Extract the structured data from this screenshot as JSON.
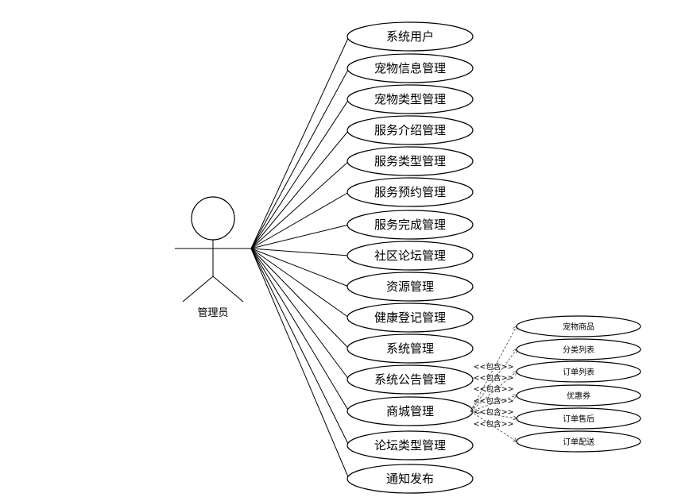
{
  "actor": {
    "label": "管理员"
  },
  "use_cases": [
    "系统用户",
    "宠物信息管理",
    "宠物类型管理",
    "服务介绍管理",
    "服务类型管理",
    "服务预约管理",
    "服务完成管理",
    "社区论坛管理",
    "资源管理",
    "健康登记管理",
    "系统管理",
    "系统公告管理",
    "商城管理",
    "论坛类型管理",
    "通知发布"
  ],
  "mall_sub_cases": [
    "宠物商品",
    "分类列表",
    "订单列表",
    "优惠券",
    "订单售后",
    "订单配送"
  ],
  "include_label": "<<包含>>"
}
